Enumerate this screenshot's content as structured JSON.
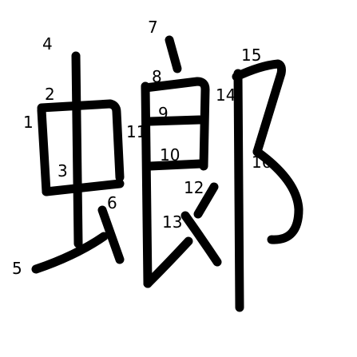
{
  "character": "螂",
  "stroke_count": 16,
  "stroke_color": "#000000",
  "background_color": "#ffffff",
  "stroke_numbers": [
    "1",
    "2",
    "3",
    "4",
    "5",
    "6",
    "7",
    "8",
    "9",
    "10",
    "11",
    "12",
    "13",
    "14",
    "15",
    "16"
  ]
}
